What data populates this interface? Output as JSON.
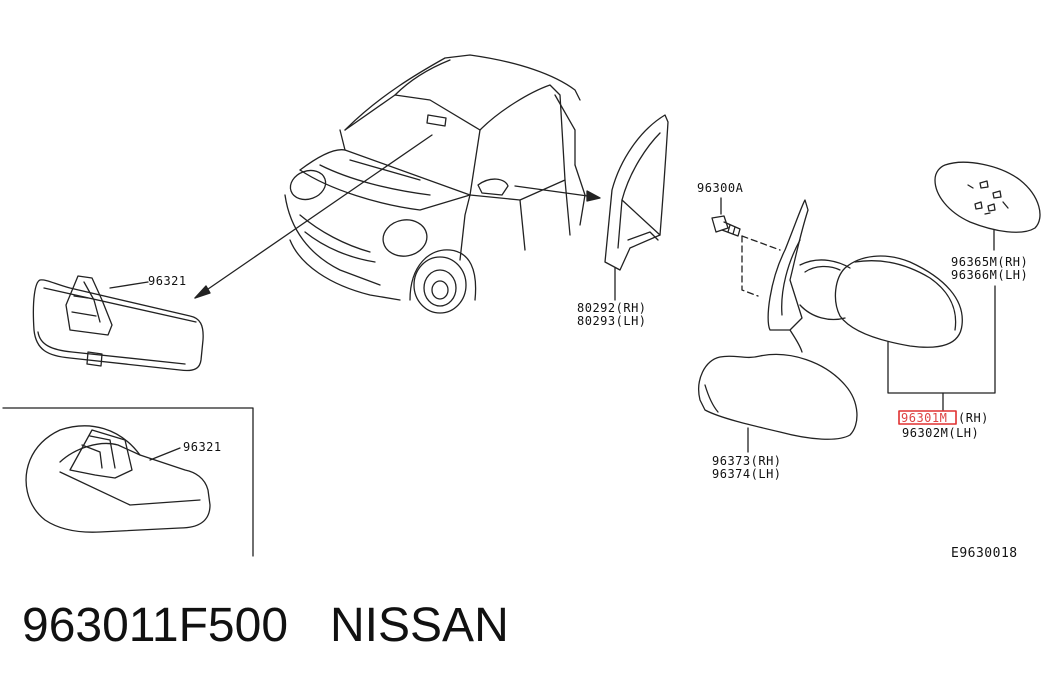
{
  "diagram": {
    "colors": {
      "line": "#222222",
      "highlight": "#e03030",
      "background": "#ffffff"
    },
    "labels": {
      "mirror_inner_main": "96321",
      "mirror_inner_inset": "96321",
      "bolt": "96300A",
      "corner_finisher_rh": "80292(RH)",
      "corner_finisher_lh": "80293(LH)",
      "mirror_glass_rh": "96365M(RH)",
      "mirror_glass_lh": "96366M(LH)",
      "door_mirror_part": "96301M",
      "door_mirror_rh_suffix": "(RH)",
      "door_mirror_lh": "96302M(LH)",
      "mirror_cover_rh": "96373(RH)",
      "mirror_cover_lh": "96374(LH)",
      "figure_code": "E9630018"
    }
  },
  "footer": {
    "part_number": "963011F500",
    "brand": "NISSAN"
  }
}
